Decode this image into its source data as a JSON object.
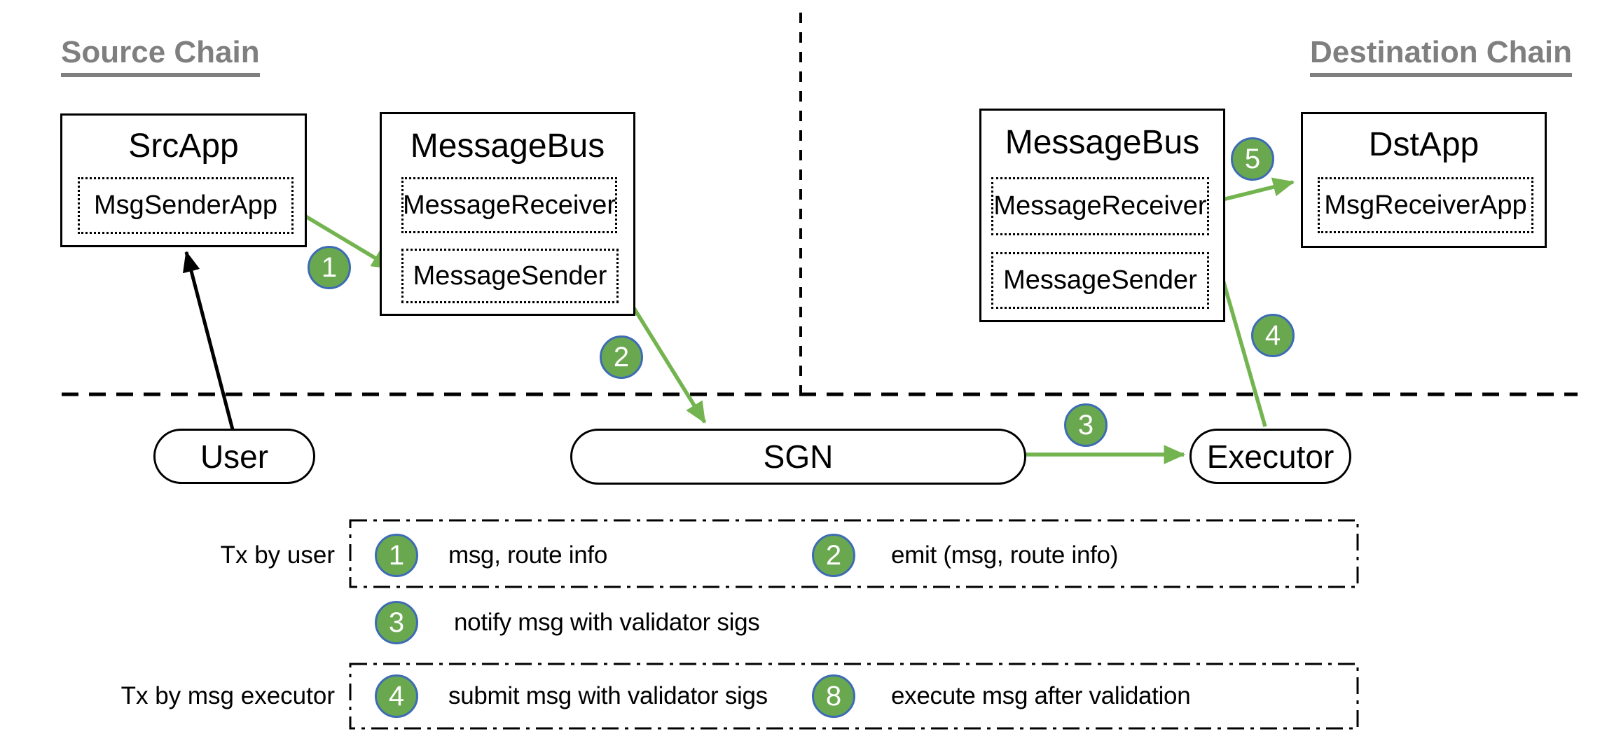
{
  "colors": {
    "green": "#6aa84f",
    "green-arrow": "#74b450",
    "blue": "#3d6cb4",
    "gray": "#7f7f7f",
    "black": "#000000"
  },
  "headings": {
    "source_chain": "Source Chain",
    "destination_chain": "Destination Chain"
  },
  "source": {
    "src_app": {
      "title": "SrcApp",
      "inner": "MsgSenderApp"
    },
    "message_bus": {
      "title": "MessageBus",
      "receiver": "MessageReceiver",
      "sender": "MessageSender"
    }
  },
  "destination": {
    "message_bus": {
      "title": "MessageBus",
      "receiver": "MessageReceiver",
      "sender": "MessageSender"
    },
    "dst_app": {
      "title": "DstApp",
      "inner": "MsgReceiverApp"
    }
  },
  "nodes": {
    "user": "User",
    "sgn": "SGN",
    "executor": "Executor"
  },
  "steps": {
    "s1": "1",
    "s2": "2",
    "s3": "3",
    "s4": "4",
    "s5": "5"
  },
  "legend": {
    "group1_label": "Tx by user",
    "group2_label": "Tx by msg executor",
    "items": [
      {
        "num": "1",
        "text": "msg, route info"
      },
      {
        "num": "2",
        "text": "emit (msg, route info)"
      },
      {
        "num": "3",
        "text": "notify msg with validator sigs"
      },
      {
        "num": "4",
        "text": "submit msg with validator sigs"
      },
      {
        "num": "8",
        "text": "execute msg after validation"
      }
    ]
  }
}
